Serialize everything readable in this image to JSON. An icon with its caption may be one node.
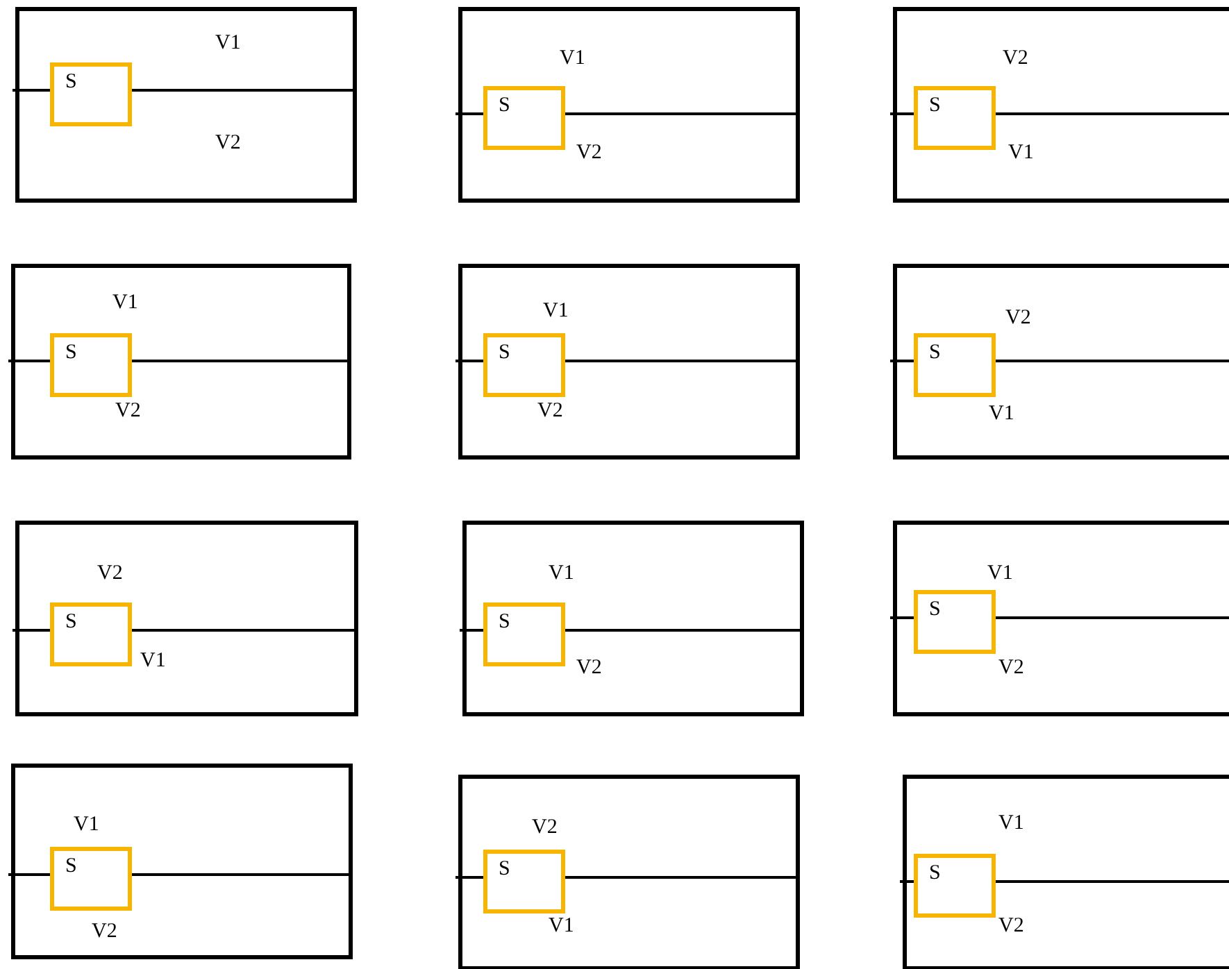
{
  "diagram": {
    "nodes": [
      {
        "text": [
          "V1",
          "V2"
        ]
      },
      {
        "text": [
          "S"
        ],
        "in": 0
      },
      {
        "text": [
          "V1",
          "V2"
        ]
      },
      {
        "text": [
          "S"
        ],
        "in": 2
      },
      {
        "text": [
          "V2",
          "V1"
        ]
      },
      {
        "text": [
          "S"
        ],
        "in": 4
      },
      {
        "text": [
          "V1",
          "V2"
        ]
      },
      {
        "text": [
          "S"
        ],
        "in": 6
      },
      {
        "text": [
          "V1",
          "V2"
        ]
      },
      {
        "text": [
          "S"
        ],
        "in": 8
      },
      {
        "text": [
          "V2",
          "V1"
        ]
      },
      {
        "text": [
          "S"
        ],
        "in": 10
      },
      {
        "text": [
          "V2",
          "V1"
        ]
      },
      {
        "text": [
          "S"
        ],
        "in": 12
      },
      {
        "text": [
          "V1",
          "V2"
        ]
      },
      {
        "text": [
          "S"
        ],
        "in": 14
      },
      {
        "text": [
          "V1",
          "V2"
        ]
      },
      {
        "text": [
          "S"
        ],
        "in": 16
      },
      {
        "text": [
          "V1",
          "V2"
        ]
      },
      {
        "text": [
          "S"
        ],
        "in": 18
      },
      {
        "text": [
          "V2",
          "V1"
        ]
      },
      {
        "text": [
          "S"
        ],
        "in": 20
      },
      {
        "text": [
          "V1",
          "V2"
        ]
      },
      {
        "text": [
          "S"
        ],
        "in": 22
      }
    ]
  }
}
